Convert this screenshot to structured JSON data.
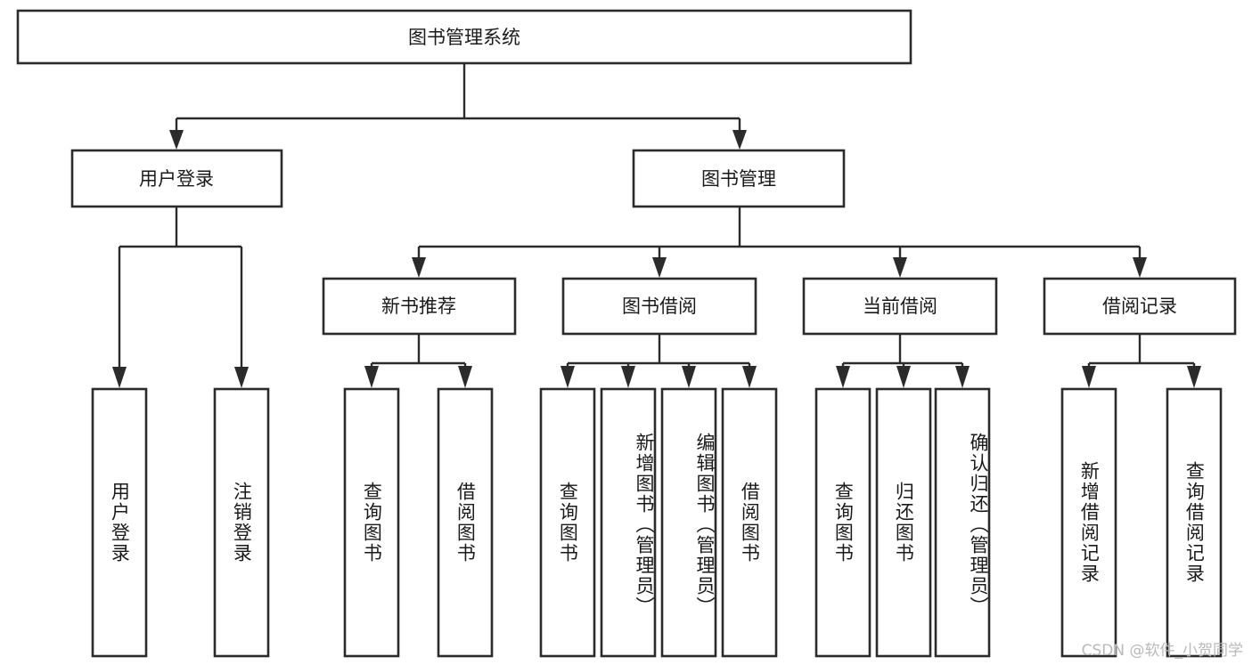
{
  "diagram": {
    "type": "tree-hierarchy",
    "title": "图书管理系统",
    "root": {
      "id": "root",
      "label": "图书管理系统",
      "orientation": "horizontal"
    },
    "level2": [
      {
        "id": "user-login",
        "label": "用户登录",
        "orientation": "horizontal"
      },
      {
        "id": "book-management",
        "label": "图书管理",
        "orientation": "horizontal"
      }
    ],
    "level3": [
      {
        "id": "new-book-recommend",
        "label": "新书推荐",
        "parent": "book-management",
        "orientation": "horizontal"
      },
      {
        "id": "book-borrow",
        "label": "图书借阅",
        "parent": "book-management",
        "orientation": "horizontal"
      },
      {
        "id": "current-borrow",
        "label": "当前借阅",
        "parent": "book-management",
        "orientation": "horizontal"
      },
      {
        "id": "borrow-record",
        "label": "借阅记录",
        "parent": "book-management",
        "orientation": "horizontal"
      }
    ],
    "leaves": [
      {
        "id": "leaf-user-login",
        "label": "用户登录",
        "parent": "user-login",
        "orientation": "vertical"
      },
      {
        "id": "leaf-logout",
        "label": "注销登录",
        "parent": "user-login",
        "orientation": "vertical"
      },
      {
        "id": "leaf-query-book-1",
        "label": "查询图书",
        "parent": "new-book-recommend",
        "orientation": "vertical"
      },
      {
        "id": "leaf-borrow-book-1",
        "label": "借阅图书",
        "parent": "new-book-recommend",
        "orientation": "vertical"
      },
      {
        "id": "leaf-query-book-2",
        "label": "查询图书",
        "parent": "book-borrow",
        "orientation": "vertical"
      },
      {
        "id": "leaf-add-book",
        "label": "新增图书（管理员）",
        "parent": "book-borrow",
        "orientation": "vertical"
      },
      {
        "id": "leaf-edit-book",
        "label": "编辑图书（管理员）",
        "parent": "book-borrow",
        "orientation": "vertical"
      },
      {
        "id": "leaf-borrow-book-2",
        "label": "借阅图书",
        "parent": "book-borrow",
        "orientation": "vertical"
      },
      {
        "id": "leaf-query-book-3",
        "label": "查询图书",
        "parent": "current-borrow",
        "orientation": "vertical"
      },
      {
        "id": "leaf-return-book",
        "label": "归还图书",
        "parent": "current-borrow",
        "orientation": "vertical"
      },
      {
        "id": "leaf-confirm-return",
        "label": "确认归还（管理员）",
        "parent": "current-borrow",
        "orientation": "vertical"
      },
      {
        "id": "leaf-add-record",
        "label": "新增借阅记录",
        "parent": "borrow-record",
        "orientation": "vertical"
      },
      {
        "id": "leaf-query-record",
        "label": "查询借阅记录",
        "parent": "borrow-record",
        "orientation": "vertical"
      }
    ],
    "watermark": "CSDN @软件_小贺同学",
    "colors": {
      "box_stroke": "#2b2b2b",
      "box_fill": "#ffffff",
      "connector": "#2b2b2b",
      "text": "#1a1a1a",
      "background": "#ffffff",
      "watermark": "#b9b9b9"
    }
  }
}
